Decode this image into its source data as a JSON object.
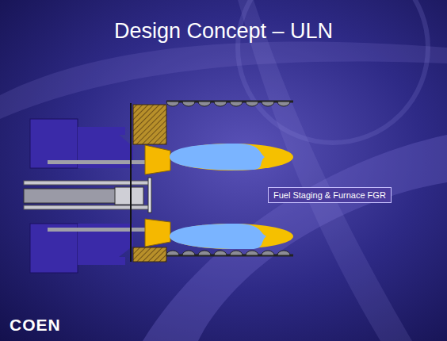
{
  "diagram": {
    "title": "Design Concept – ULN",
    "nodes": [
      {
        "text": [
          "Fuel Staging & Furnace FGR"
        ]
      }
    ],
    "labels": [
      "COEN"
    ]
  }
}
